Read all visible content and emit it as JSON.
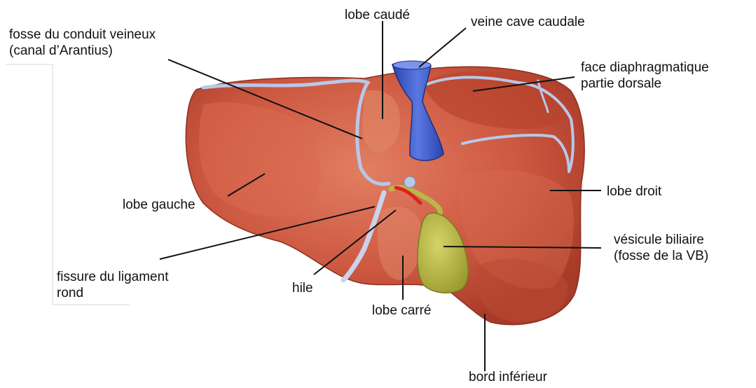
{
  "colors": {
    "liver": "#c8503c",
    "liver_shade": "#a83c2c",
    "liver_light": "#e07a60",
    "vena_cava": "#3a56c8",
    "vessel": "#b8c8e8",
    "gallbladder": "#b8b84a",
    "leader_line": "#111111"
  },
  "labels": {
    "lobe_caude": "lobe caudé",
    "veine_cave": "veine cave caudale",
    "fosse_line1": "fosse du conduit veineux",
    "fosse_line2": "(canal d’Arantius)",
    "face_line1": "face diaphragmatique",
    "face_line2": "partie dorsale",
    "lobe_gauche": "lobe gauche",
    "lobe_droit": "lobe droit",
    "vesicule_line1": "vésicule biliaire",
    "vesicule_line2": "(fosse de la VB)",
    "fissure_line1": "fissure du ligament",
    "fissure_line2": "rond",
    "hile": "hile",
    "lobe_carre": "lobe carré",
    "bord_inferieur": "bord inférieur"
  }
}
